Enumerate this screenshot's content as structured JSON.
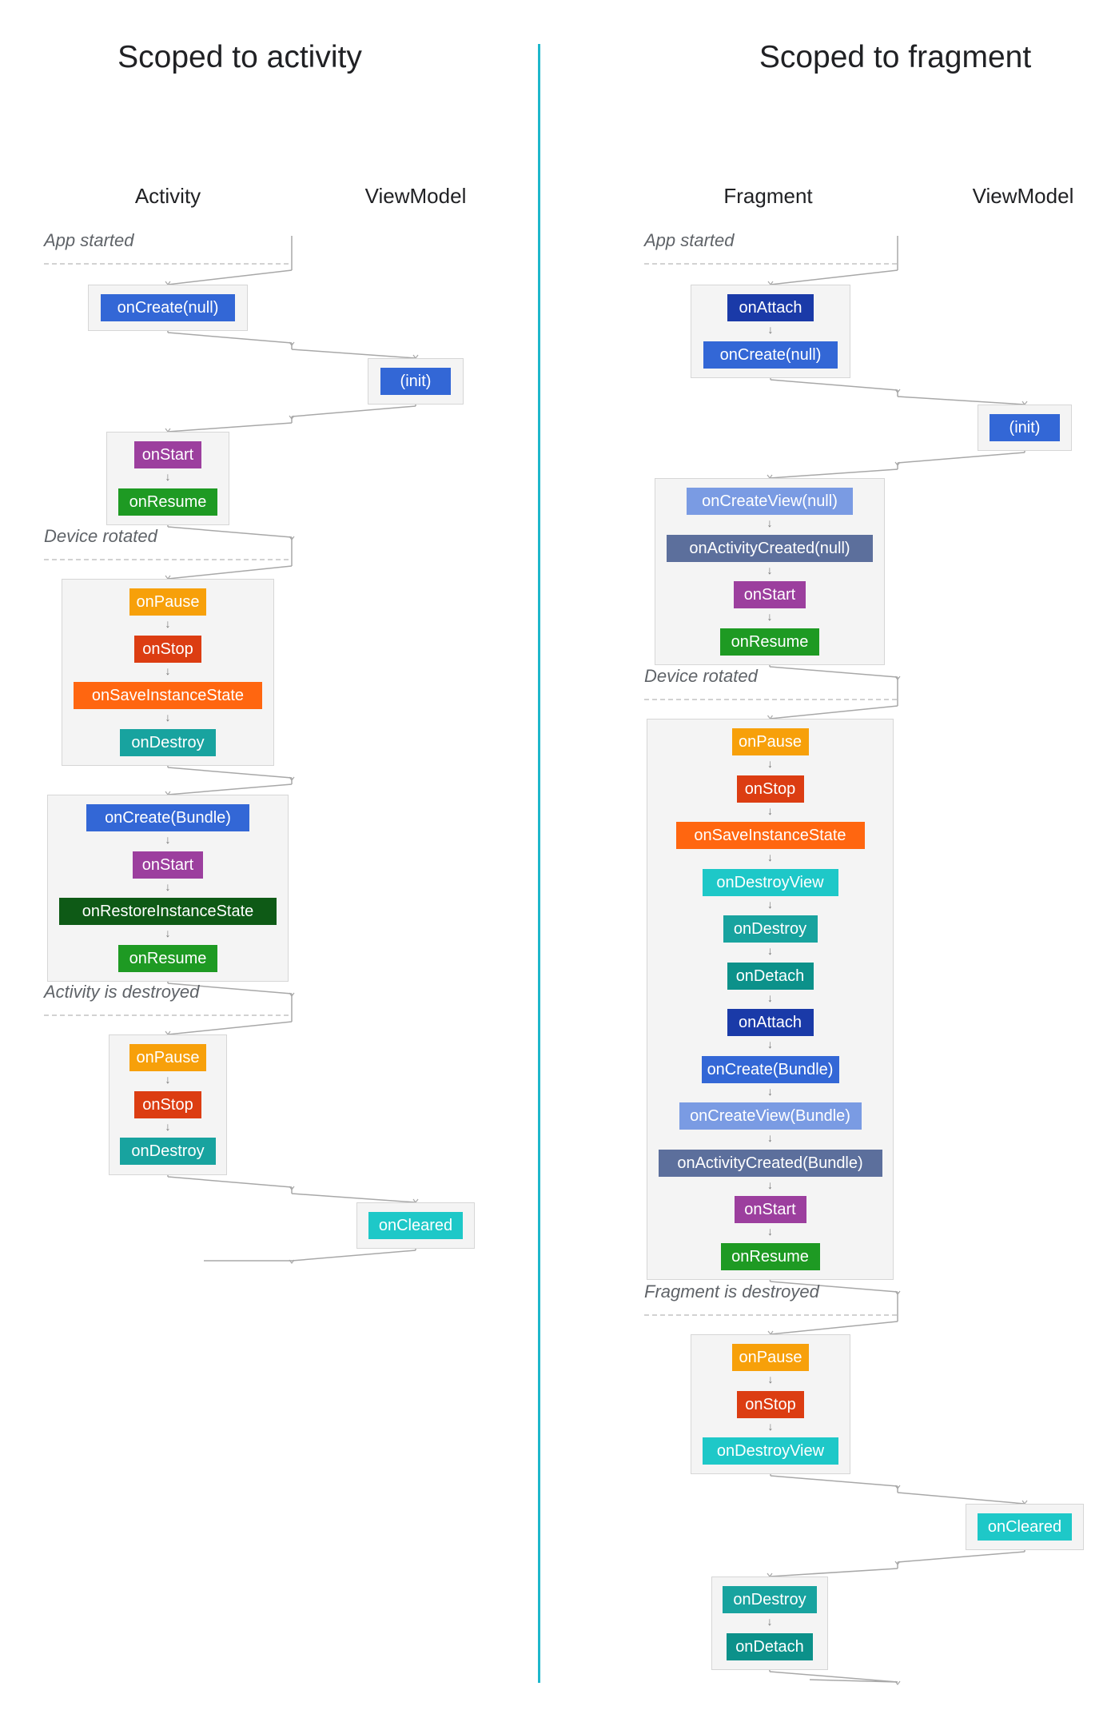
{
  "titles": {
    "left": "Scoped to activity",
    "right": "Scoped to fragment"
  },
  "columns": {
    "left": {
      "a": "Activity",
      "b": "ViewModel"
    },
    "right": {
      "a": "Fragment",
      "b": "ViewModel"
    }
  },
  "colors": {
    "blue": "#3367d6",
    "darkblue": "#1a3aa8",
    "lightblue": "#7a9be3",
    "slate": "#5c6f9c",
    "purple": "#9c3f9e",
    "green": "#1e9a23",
    "darkgreen": "#0e5a16",
    "amber": "#f7a00a",
    "red": "#dc3d12",
    "orange": "#ff6610",
    "teal": "#18a39f",
    "teal2": "#0c918a",
    "cyan": "#1ec8c8",
    "divider": "#1fb7cb"
  },
  "left": {
    "events": [
      "App started",
      "Device rotated",
      "Activity is destroyed"
    ],
    "groups": [
      {
        "items": [
          {
            "label": "onCreate(null)",
            "color": "blue"
          }
        ]
      },
      {
        "items": [
          {
            "label": "(init)",
            "color": "blue"
          }
        ]
      },
      {
        "items": [
          {
            "label": "onStart",
            "color": "purple"
          },
          {
            "label": "onResume",
            "color": "green"
          }
        ]
      },
      {
        "items": [
          {
            "label": "onPause",
            "color": "amber"
          },
          {
            "label": "onStop",
            "color": "red"
          },
          {
            "label": "onSaveInstanceState",
            "color": "orange"
          },
          {
            "label": "onDestroy",
            "color": "teal"
          }
        ]
      },
      {
        "items": [
          {
            "label": "onCreate(Bundle)",
            "color": "blue"
          },
          {
            "label": "onStart",
            "color": "purple"
          },
          {
            "label": "onRestoreInstanceState",
            "color": "darkgreen"
          },
          {
            "label": "onResume",
            "color": "green"
          }
        ]
      },
      {
        "items": [
          {
            "label": "onPause",
            "color": "amber"
          },
          {
            "label": "onStop",
            "color": "red"
          },
          {
            "label": "onDestroy",
            "color": "teal"
          }
        ]
      },
      {
        "items": [
          {
            "label": "onCleared",
            "color": "cyan"
          }
        ]
      }
    ]
  },
  "right": {
    "events": [
      "App started",
      "Device rotated",
      "Fragment is destroyed"
    ],
    "groups": [
      {
        "items": [
          {
            "label": "onAttach",
            "color": "darkblue"
          },
          {
            "label": "onCreate(null)",
            "color": "blue"
          }
        ]
      },
      {
        "items": [
          {
            "label": "(init)",
            "color": "blue"
          }
        ]
      },
      {
        "items": [
          {
            "label": "onCreateView(null)",
            "color": "lightblue"
          },
          {
            "label": "onActivityCreated(null)",
            "color": "slate"
          },
          {
            "label": "onStart",
            "color": "purple"
          },
          {
            "label": "onResume",
            "color": "green"
          }
        ]
      },
      {
        "items": [
          {
            "label": "onPause",
            "color": "amber"
          },
          {
            "label": "onStop",
            "color": "red"
          },
          {
            "label": "onSaveInstanceState",
            "color": "orange"
          },
          {
            "label": "onDestroyView",
            "color": "cyan"
          },
          {
            "label": "onDestroy",
            "color": "teal"
          },
          {
            "label": "onDetach",
            "color": "teal2"
          },
          {
            "label": "onAttach",
            "color": "darkblue"
          },
          {
            "label": "onCreate(Bundle)",
            "color": "blue"
          },
          {
            "label": "onCreateView(Bundle)",
            "color": "lightblue"
          },
          {
            "label": "onActivityCreated(Bundle)",
            "color": "slate"
          },
          {
            "label": "onStart",
            "color": "purple"
          },
          {
            "label": "onResume",
            "color": "green"
          }
        ]
      },
      {
        "items": [
          {
            "label": "onPause",
            "color": "amber"
          },
          {
            "label": "onStop",
            "color": "red"
          },
          {
            "label": "onDestroyView",
            "color": "cyan"
          }
        ]
      },
      {
        "items": [
          {
            "label": "onCleared",
            "color": "cyan"
          }
        ]
      },
      {
        "items": [
          {
            "label": "onDestroy",
            "color": "teal"
          },
          {
            "label": "onDetach",
            "color": "teal2"
          }
        ]
      }
    ]
  }
}
